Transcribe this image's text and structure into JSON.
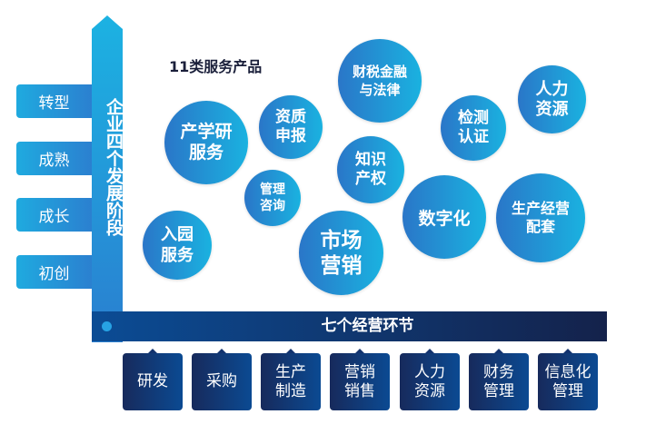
{
  "stages_axis": {
    "title": "企业四个发展阶段",
    "stages": [
      "转型",
      "成熟",
      "成长",
      "初创"
    ]
  },
  "services": {
    "title": "11类服务产品",
    "items": [
      "产学研\n服务",
      "资质\n申报",
      "管理\n咨询",
      "入园\n服务",
      "市场\n营销",
      "知识\n产权",
      "财税金融\n与法律",
      "检测\n认证",
      "人力\n资源",
      "数字化",
      "生产经营\n配套"
    ]
  },
  "operations_axis": {
    "title": "七个经营环节",
    "steps": [
      "研发",
      "采购",
      "生产\n制造",
      "营销\n销售",
      "人力\n资源",
      "财务\n管理",
      "信息化\n管理"
    ]
  },
  "colors": {
    "stage_blue": "#2b80d0",
    "circle_light": "#1ab2e0",
    "circle_dark": "#2a76c8",
    "navy": "#14224b"
  }
}
